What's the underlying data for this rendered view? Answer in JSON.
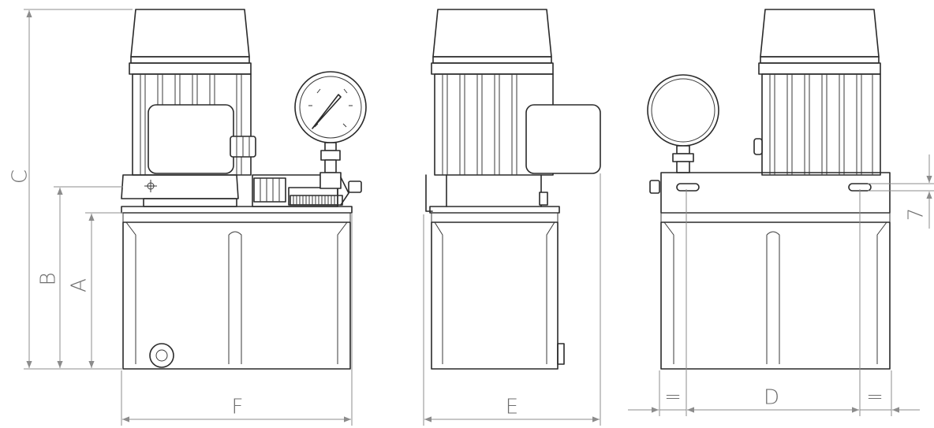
{
  "dimension_labels": {
    "A": "A",
    "B": "B",
    "C": "C",
    "D": "D",
    "E": "E",
    "F": "F",
    "seven": "7",
    "equal_left": "=",
    "equal_right": "="
  },
  "colors": {
    "line": "#2a2a2a",
    "dimension": "#8c8c8c",
    "dimension_text": "#6e6e6e",
    "background": "#ffffff"
  }
}
